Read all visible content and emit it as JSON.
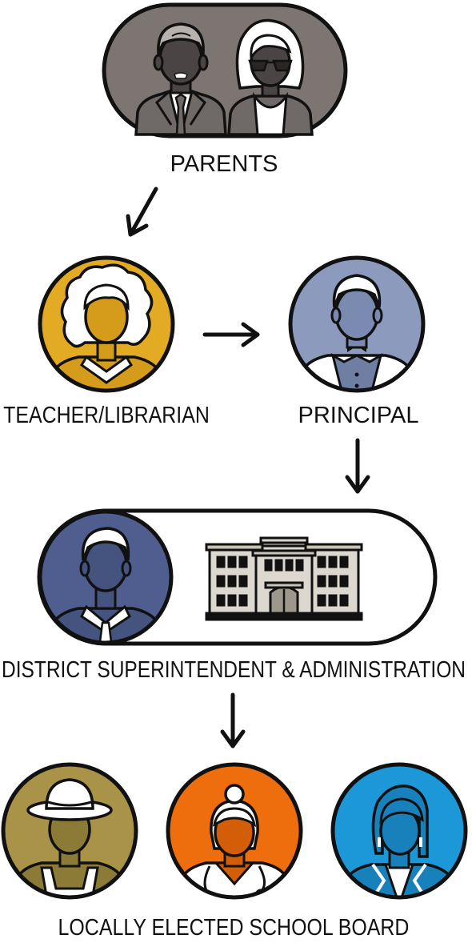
{
  "diagram": {
    "labels": {
      "parents": "PARENTS",
      "teacher": "TEACHER/LIBRARIAN",
      "principal": "PRINCIPAL",
      "district": "DISTRICT SUPERINTENDENT & ADMINISTRATION",
      "board": "LOCALLY ELECTED SCHOOL BOARD"
    },
    "flow": [
      "PARENTS",
      "TEACHER/LIBRARIAN",
      "PRINCIPAL",
      "DISTRICT SUPERINTENDENT & ADMINISTRATION",
      "LOCALLY ELECTED SCHOOL BOARD"
    ],
    "colors": {
      "parents_bg": "#7c7572",
      "teacher_bg": "#e3aa24",
      "principal_bg": "#8c9bbd",
      "superintendent_bg": "#4f5e8f",
      "board_farmer_bg": "#a89348",
      "board_doctor_bg": "#ee6d0d",
      "board_business_bg": "#1c97d8",
      "outline": "#111111"
    },
    "icons": {
      "parents": "parents-couple-icon",
      "teacher": "teacher-woman-icon",
      "principal": "principal-man-icon",
      "superintendent": "superintendent-man-icon",
      "school": "school-building-icon",
      "board": [
        "farmer-icon",
        "doctor-icon",
        "businesswoman-icon"
      ]
    }
  }
}
